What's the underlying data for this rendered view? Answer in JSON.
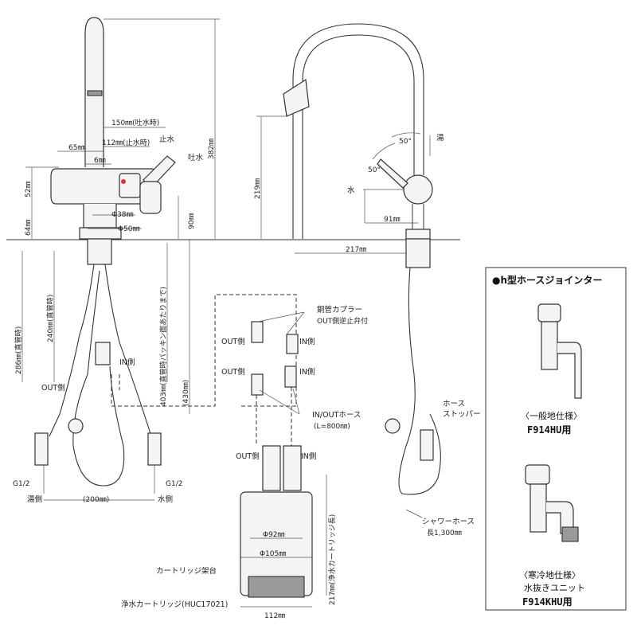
{
  "front_view": {
    "dims": {
      "spout_150": "150㎜(吐水時)",
      "spout_112": "112㎜(止水時)",
      "d65": "65㎜",
      "d6": "6㎜",
      "d52": "52㎜",
      "d64": "64㎜",
      "d90": "90㎜",
      "d382": "382㎜",
      "phi38": "Φ38㎜",
      "phi50": "Φ50㎜",
      "d286": "286㎜(直管時)",
      "d240": "240㎜(直管時)",
      "d403": "403㎜(直管時パッキン面あたりまで)",
      "d430": "(430㎜)",
      "d200": "(200㎜)"
    },
    "labels": {
      "stop_water": "止水",
      "discharge": "吐水",
      "in_side": "IN側",
      "out_side": "OUT側",
      "g_left": "G1/2",
      "g_right": "G1/2",
      "hot_side": "湯側",
      "cold_side": "水側"
    }
  },
  "side_view": {
    "dims": {
      "angle_50a": "50°",
      "angle_50b": "50°",
      "d219": "219㎜",
      "d91": "91㎜",
      "d217": "217㎜"
    },
    "labels": {
      "hot": "湯",
      "cold": "水",
      "hose_stopper_1": "ホース",
      "hose_stopper_2": "ストッパー",
      "shower_hose": "シャワーホース",
      "shower_hose_len": "長1,300㎜"
    }
  },
  "cartridge": {
    "labels": {
      "coupler": "銅管カプラー",
      "check_valve": "OUT側逆止弁付",
      "out_side_1": "OUT側",
      "in_side_1": "IN側",
      "out_side_2": "OUT側",
      "in_side_2": "IN側",
      "out_side_3": "OUT側",
      "in_side_3": "IN側",
      "io_hose": "IN/OUTホース",
      "io_hose_len": "(L=800㎜)",
      "phi92": "Φ92㎜",
      "phi105": "Φ105㎜",
      "d217": "217㎜(浄水カートリッジ長)",
      "d112": "112㎜",
      "stand": "カートリッジ架台",
      "cartridge_name": "浄水カートリッジ(HUC17021)"
    }
  },
  "joint_box": {
    "title": "●h型ホースジョインター",
    "general_spec": "〈一般地仕様〉",
    "general_model": "F914HU用",
    "cold_spec": "〈寒冷地仕様〉",
    "cold_sub": "水抜きユニット",
    "cold_model": "F914KHU用"
  }
}
